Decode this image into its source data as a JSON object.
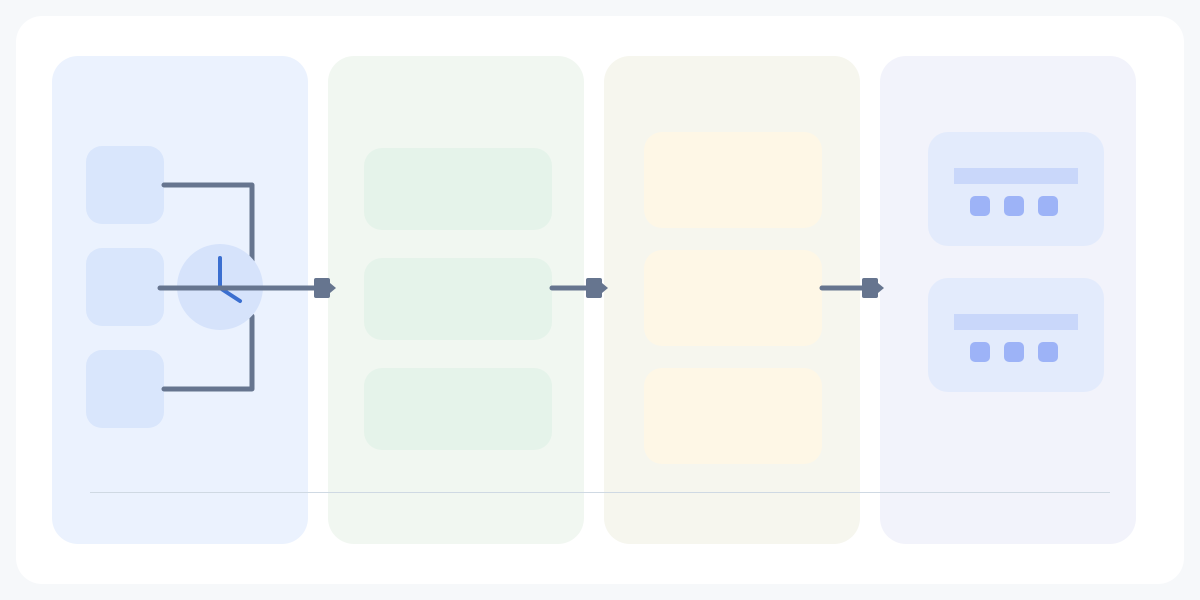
{
  "diagram": {
    "stages": [
      {
        "id": "sources",
        "items": 3
      },
      {
        "id": "processing",
        "items": 3
      },
      {
        "id": "storage",
        "items": 3
      },
      {
        "id": "dashboards",
        "items": 2
      }
    ],
    "hub_icon": "clock-icon",
    "connector_icon": "arrow-right-icon",
    "colors": {
      "sources_panel": "#ebf2fe",
      "processing_panel": "#f1f7f1",
      "storage_panel": "#f6f6ee",
      "dashboards_panel": "#f2f3fb",
      "connector": "#66758f",
      "accent": "#3b6fd0"
    }
  }
}
